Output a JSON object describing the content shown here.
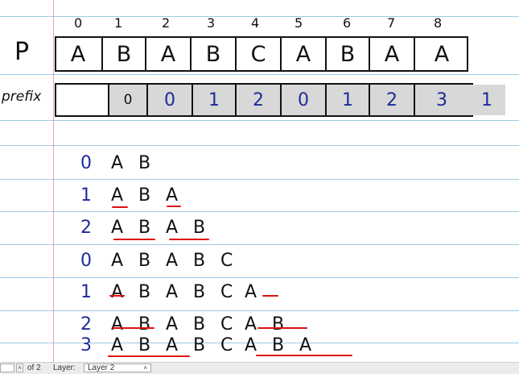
{
  "pattern": {
    "label": "P",
    "indices": [
      "0",
      "1",
      "2",
      "3",
      "4",
      "5",
      "6",
      "7",
      "8"
    ],
    "chars": [
      "A",
      "B",
      "A",
      "B",
      "C",
      "A",
      "B",
      "A",
      "A"
    ]
  },
  "prefix": {
    "label": "prefix",
    "values": [
      "0",
      "0",
      "1",
      "2",
      "0",
      "1",
      "2",
      "3",
      "1"
    ]
  },
  "sequences": [
    {
      "num": "0",
      "chars": [
        "A",
        "B"
      ]
    },
    {
      "num": "1",
      "chars": [
        "A",
        "B",
        "A"
      ]
    },
    {
      "num": "2",
      "chars": [
        "A",
        "B",
        "A",
        "B"
      ]
    },
    {
      "num": "0",
      "chars": [
        "A",
        "B",
        "A",
        "B",
        "C"
      ]
    },
    {
      "num": "1",
      "chars": [
        "A",
        "B",
        "A",
        "B",
        "C",
        "A"
      ]
    },
    {
      "num": "2",
      "chars": [
        "A",
        "B",
        "A",
        "B",
        "C",
        "A",
        "B"
      ]
    },
    {
      "num": "3",
      "chars": [
        "A",
        "B",
        "A",
        "B",
        "C",
        "A",
        "B",
        "A"
      ]
    }
  ],
  "statusbar": {
    "page_total": "of 2",
    "layer_label": "Layer:",
    "layer_value": "Layer 2"
  },
  "colors": {
    "ruled_line": "#9cc9e6",
    "margin_line": "#e79ad0",
    "underline": "#d11111",
    "shaded_cell": "#d8d8d8"
  }
}
